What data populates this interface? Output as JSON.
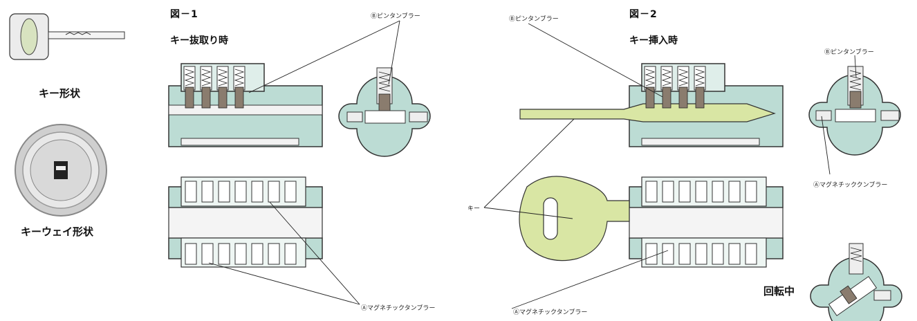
{
  "left_panel": {
    "key_shape_label": "キー形状",
    "keyway_shape_label": "キーウェイ形状"
  },
  "figure1": {
    "title": "図－1",
    "subtitle": "キー抜取り時",
    "pin_tumbler_label": "Ⓑピンタンブラー",
    "magnetic_tumbler_label": "Ⓐマグネチックタンブラー"
  },
  "figure2": {
    "title": "図－2",
    "subtitle": "キー挿入時",
    "pin_tumbler_label": "Ⓑピンタンブラー",
    "pin_tumbler_label_side": "Ⓑピンタンブラー",
    "magnetic_tumbler_label_side": "Ⓐマグネチッククンブラー",
    "magnetic_tumbler_label": "Ⓐマグネチックタンブラー",
    "key_label": "キー",
    "rotating_label": "回転中"
  },
  "colors": {
    "body": "#bcdcd4",
    "key": "#d9e6a4",
    "pin": "#8a7c6e"
  }
}
